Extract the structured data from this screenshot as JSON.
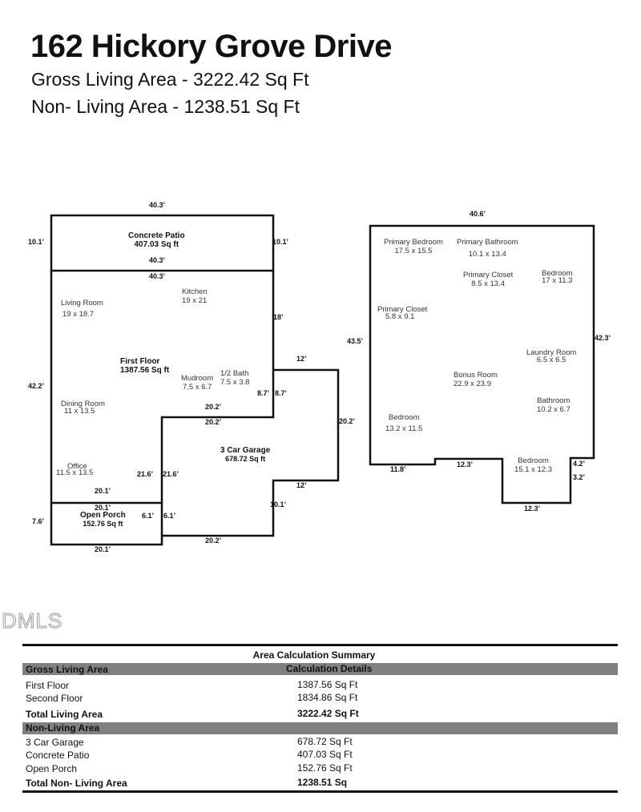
{
  "header": {
    "title": "162 Hickory Grove Drive",
    "gross": "Gross Living Area - 3222.42 Sq Ft",
    "non_living": "Non- Living Area - 1238.51 Sq Ft"
  },
  "floor1": {
    "patio": {
      "name": "Concrete Patio",
      "area": "407.03 Sq ft"
    },
    "first_floor": {
      "name": "First Floor",
      "area": "1387.56 Sq ft"
    },
    "garage": {
      "name": "3 Car Garage",
      "area": "678.72 Sq ft"
    },
    "porch": {
      "name": "Open Porch",
      "area": "152.76 Sq ft"
    },
    "rooms": [
      {
        "name": "Kitchen",
        "size": "19 x 21"
      },
      {
        "name": "Living Room",
        "size": "19 x 18.7"
      },
      {
        "name": "Mudroom",
        "size": "7.5 x 6.7"
      },
      {
        "name": "1/2 Bath",
        "size": "7.5 x 3.8"
      },
      {
        "name": "Dining Room",
        "size": "11 x 13.5"
      },
      {
        "name": "Office",
        "size": "11.5 x 13.5"
      }
    ],
    "dims": [
      "40.3’",
      "10.1’",
      "10.1’",
      "40.3’",
      "40.3’",
      "18’",
      "12’",
      "8.7’",
      "8.7’",
      "42.2’",
      "20.2’",
      "20.2’",
      "20.2’",
      "21.6’",
      "21.6’",
      "12’",
      "20.1’",
      "10.1’",
      "20.1’",
      "7.6’",
      "6.1’",
      "6.1’",
      "20.2’",
      "20.1’"
    ]
  },
  "floor2": {
    "rooms": [
      {
        "name": "Primary Bedroom",
        "size": "17.5 x 15.5"
      },
      {
        "name": "Primary Bathroom",
        "size": "10.1 x 13.4"
      },
      {
        "name": "Primary Closet",
        "size": "8.5 x 13.4"
      },
      {
        "name": "Bedroom",
        "size": "17 x 11.3"
      },
      {
        "name": "Primary Closet",
        "size": "5.8 x 9.1"
      },
      {
        "name": "Laundry Room",
        "size": "6.5 x 6.5"
      },
      {
        "name": "Bonus Room",
        "size": "22.9 x 23.9"
      },
      {
        "name": "Bathroom",
        "size": "10.2 x 6.7"
      },
      {
        "name": "Bedroom",
        "size": "13.2 x 11.5"
      },
      {
        "name": "Bedroom",
        "size": "15.1 x 12.3"
      }
    ],
    "dims": [
      "40.6’",
      "43.5’",
      "42.3’",
      "11.8’",
      "12.3’",
      "4.2’",
      "3.2’",
      "12.3’"
    ]
  },
  "summary": {
    "title": "Area Calculation Summary",
    "gross_header": "Gross Living Area",
    "details_header": "Calculation Details",
    "gross_rows": [
      {
        "label": "First Floor",
        "value": "1387.56 Sq Ft"
      },
      {
        "label": "Second Floor",
        "value": "1834.86 Sq Ft"
      }
    ],
    "gross_total": {
      "label": "Total Living Area",
      "value": "3222.42 Sq Ft"
    },
    "non_header": "Non-Living Area",
    "non_rows": [
      {
        "label": "3 Car Garage",
        "value": "678.72 Sq Ft"
      },
      {
        "label": "Concrete Patio",
        "value": "407.03 Sq Ft"
      },
      {
        "label": "Open Porch",
        "value": "152.76 Sq Ft"
      }
    ],
    "non_total": {
      "label": "Total Non- Living Area",
      "value": "1238.51 Sq"
    }
  },
  "watermark": "DMLS"
}
